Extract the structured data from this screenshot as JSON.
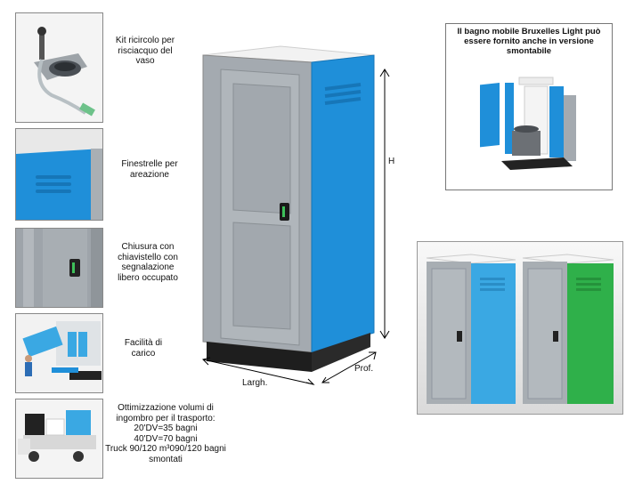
{
  "captions": {
    "kit": "Kit ricircolo per risciacquo del vaso",
    "vents": "Finestrelle per areazione",
    "lock": "Chiusura con chiavistello con segnalazione libero occupato",
    "loading": "Facilità di carico",
    "transport_title": "Ottimizzazione volumi di ingombro per il trasporto:",
    "transport_20dv": "20'DV=35 bagni",
    "transport_40dv": "40'DV=70 bagni",
    "transport_truck": "Truck 90/120 m³090/120 bagni smontati"
  },
  "dimensions": {
    "height": "H",
    "width": "Largh.",
    "depth": "Prof."
  },
  "info_box": {
    "title": "Il bagno mobile Bruxelles Light può essere fornito anche in versione smontabile"
  },
  "colors": {
    "blue_panel": "#1f8fd9",
    "gray_body": "#9aa0a6",
    "green_panel": "#2fb04a",
    "light_blue_panel": "#3aa8e3"
  }
}
